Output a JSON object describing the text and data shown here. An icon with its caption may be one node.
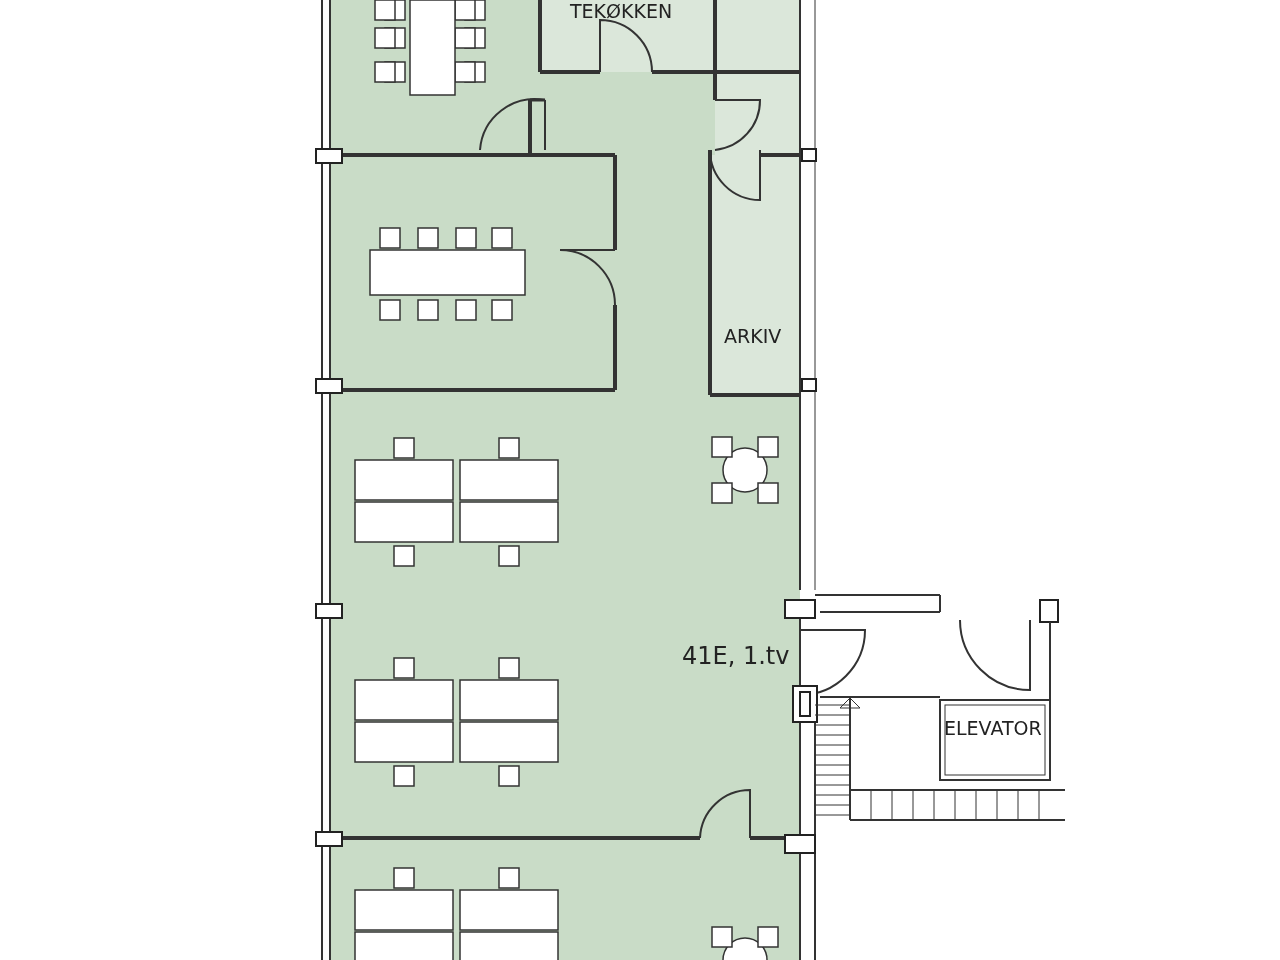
{
  "diagram": {
    "labels": [
      "TEKØKKEN",
      "ARKIV",
      "41E, 1.tv",
      "ELEVATOR"
    ]
  }
}
